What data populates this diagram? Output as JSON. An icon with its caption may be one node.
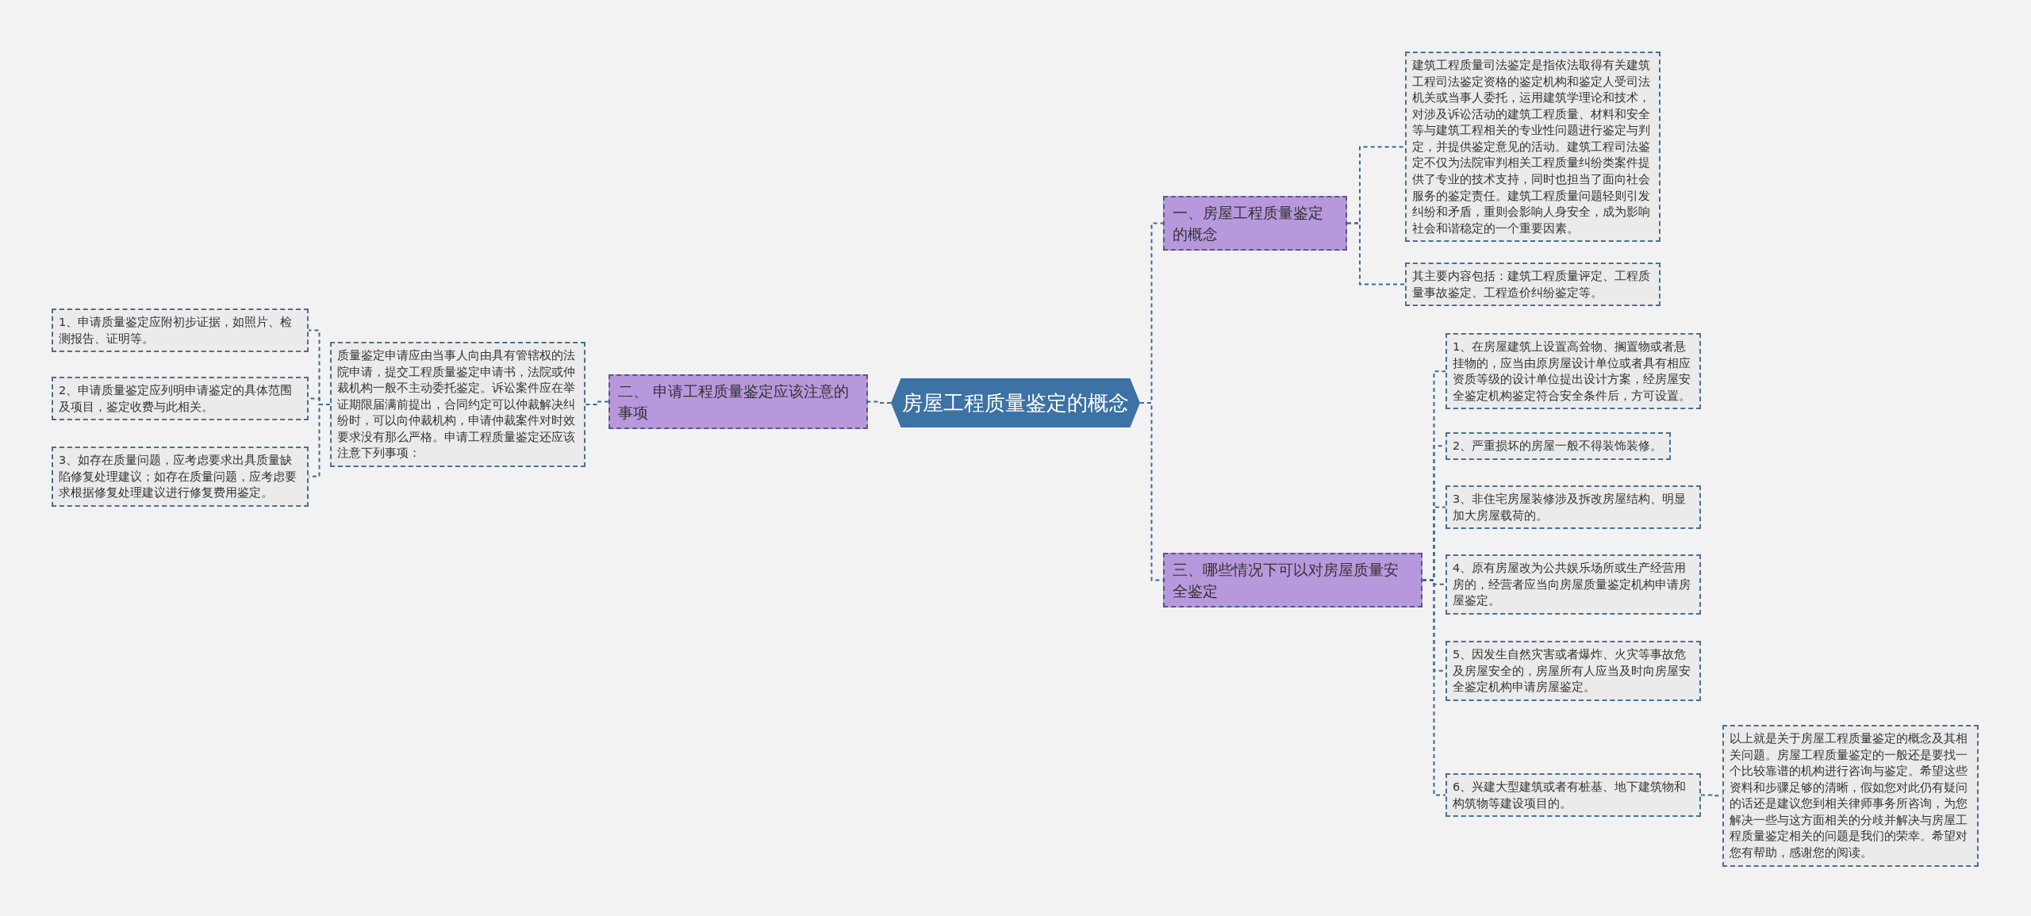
{
  "diagram": {
    "nodes": [
      {
        "text": [
          "房屋工程质量鉴定的概念"
        ]
      },
      {
        "text": [
          "一、房屋工程质量鉴定的概念"
        ]
      },
      {
        "text": [
          "建筑工程质量司法鉴定是指依法取得有关建筑工程司法鉴定资格的鉴定机构和鉴定人受司法机关或当事人委托，运用建筑学理论和技术，对涉及诉讼活动的建筑工程质量、材料和安全等与建筑工程相关的专业性问题进行鉴定与判定，并提供鉴定意见的活动。建筑工程司法鉴定不仅为法院审判相关工程质量纠纷类案件提供了专业的技术支持，同时也担当了面向社会服务的鉴定责任。建筑工程质量问题轻则引发纠纷和矛盾，重则会影响人身安全，成为影响社会和谐稳定的一个重要因素。"
        ]
      },
      {
        "text": [
          "其主要内容包括：建筑工程质量评定、工程质量事故鉴定、工程造价纠纷鉴定等。"
        ]
      },
      {
        "text": [
          "二、 申请工程质量鉴定应该注意的事项"
        ]
      },
      {
        "text": [
          "质量鉴定申请应由当事人向由具有管辖权的法院申请，提交工程质量鉴定申请书，法院或仲裁机构一般不主动委托鉴定。诉讼案件应在举证期限届满前提出，合同约定可以仲裁解决纠纷时，可以向仲裁机构，申请仲裁案件对时效要求没有那么严格。申请工程质量鉴定还应该注意下列事项："
        ]
      },
      {
        "text": [
          "1、申请质量鉴定应附初步证据，如照片、检测报告、证明等。"
        ]
      },
      {
        "text": [
          "2、申请质量鉴定应列明申请鉴定的具体范围及项目，鉴定收费与此相关。"
        ]
      },
      {
        "text": [
          "3、如存在质量问题，应考虑要求出具质量缺陷修复处理建议；如存在质量问题，应考虑要求根据修复处理建议进行修复费用鉴定。"
        ]
      },
      {
        "text": [
          "三、哪些情况下可以对房屋质量安全鉴定"
        ]
      },
      {
        "text": [
          "1、在房屋建筑上设置高耸物、搁置物或者悬挂物的，应当由原房屋设计单位或者具有相应资质等级的设计单位提出设计方案，经房屋安全鉴定机构鉴定符合安全条件后，方可设置。"
        ]
      },
      {
        "text": [
          "2、严重损坏的房屋一般不得装饰装修。"
        ]
      },
      {
        "text": [
          "3、非住宅房屋装修涉及拆改房屋结构、明显加大房屋载荷的。"
        ]
      },
      {
        "text": [
          "4、原有房屋改为公共娱乐场所或生产经营用房的，经营者应当向房屋质量鉴定机构申请房屋鉴定。"
        ]
      },
      {
        "text": [
          "5、因发生自然灾害或者爆炸、火灾等事故危及房屋安全的，房屋所有人应当及时向房屋安全鉴定机构申请房屋鉴定。"
        ]
      },
      {
        "text": [
          "6、兴建大型建筑或者有桩基、地下建筑物和构筑物等建设项目的。"
        ]
      },
      {
        "text": [
          "以上就是关于房屋工程质量鉴定的概念及其相关问题。房屋工程质量鉴定的一般还是要找一个比较靠谱的机构进行咨询与鉴定。希望这些资料和步骤足够的清晰，假如您对此仍有疑问的话还是建议您到相关律师事务所咨询，为您解决一些与这方面相关的分歧并解决与房屋工程质量鉴定相关的问题是我们的荣幸。希望对您有帮助，感谢您的阅读。"
        ]
      }
    ],
    "edges": [
      {
        "from": 0,
        "to": 1,
        "arrow": "none"
      },
      {
        "from": 0,
        "to": 4,
        "arrow": "none"
      },
      {
        "from": 0,
        "to": 9,
        "arrow": "none"
      },
      {
        "from": 1,
        "to": 2,
        "arrow": "none"
      },
      {
        "from": 1,
        "to": 3,
        "arrow": "none"
      },
      {
        "from": 4,
        "to": 5,
        "arrow": "none"
      },
      {
        "from": 5,
        "to": 6,
        "arrow": "none"
      },
      {
        "from": 5,
        "to": 7,
        "arrow": "none"
      },
      {
        "from": 5,
        "to": 8,
        "arrow": "none"
      },
      {
        "from": 9,
        "to": 10,
        "arrow": "none"
      },
      {
        "from": 9,
        "to": 11,
        "arrow": "none"
      },
      {
        "from": 9,
        "to": 12,
        "arrow": "none"
      },
      {
        "from": 9,
        "to": 13,
        "arrow": "none"
      },
      {
        "from": 9,
        "to": 14,
        "arrow": "none"
      },
      {
        "from": 9,
        "to": 15,
        "arrow": "none"
      },
      {
        "from": 15,
        "to": 16,
        "arrow": "none"
      }
    ]
  }
}
